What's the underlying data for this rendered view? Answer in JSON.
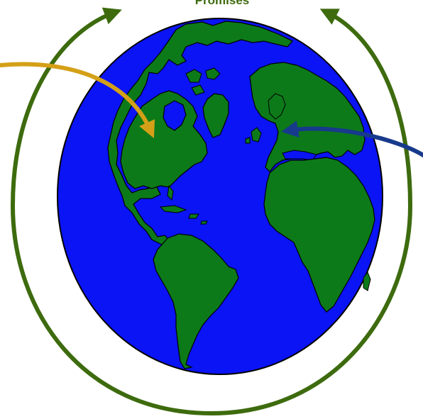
{
  "diagram": {
    "title": "Promises",
    "colors": {
      "ocean": "#0a14f5",
      "land": "#0d7a1a",
      "outline": "#000000",
      "cycle_arrow": "#3d6b0e",
      "orange_arrow": "#d4a017",
      "blue_arrow": "#173a8c",
      "title": "#3d6b0e"
    },
    "icons": [
      "globe-icon",
      "circular-arrow-left",
      "circular-arrow-right",
      "incoming-arrow-orange",
      "incoming-arrow-blue"
    ]
  }
}
